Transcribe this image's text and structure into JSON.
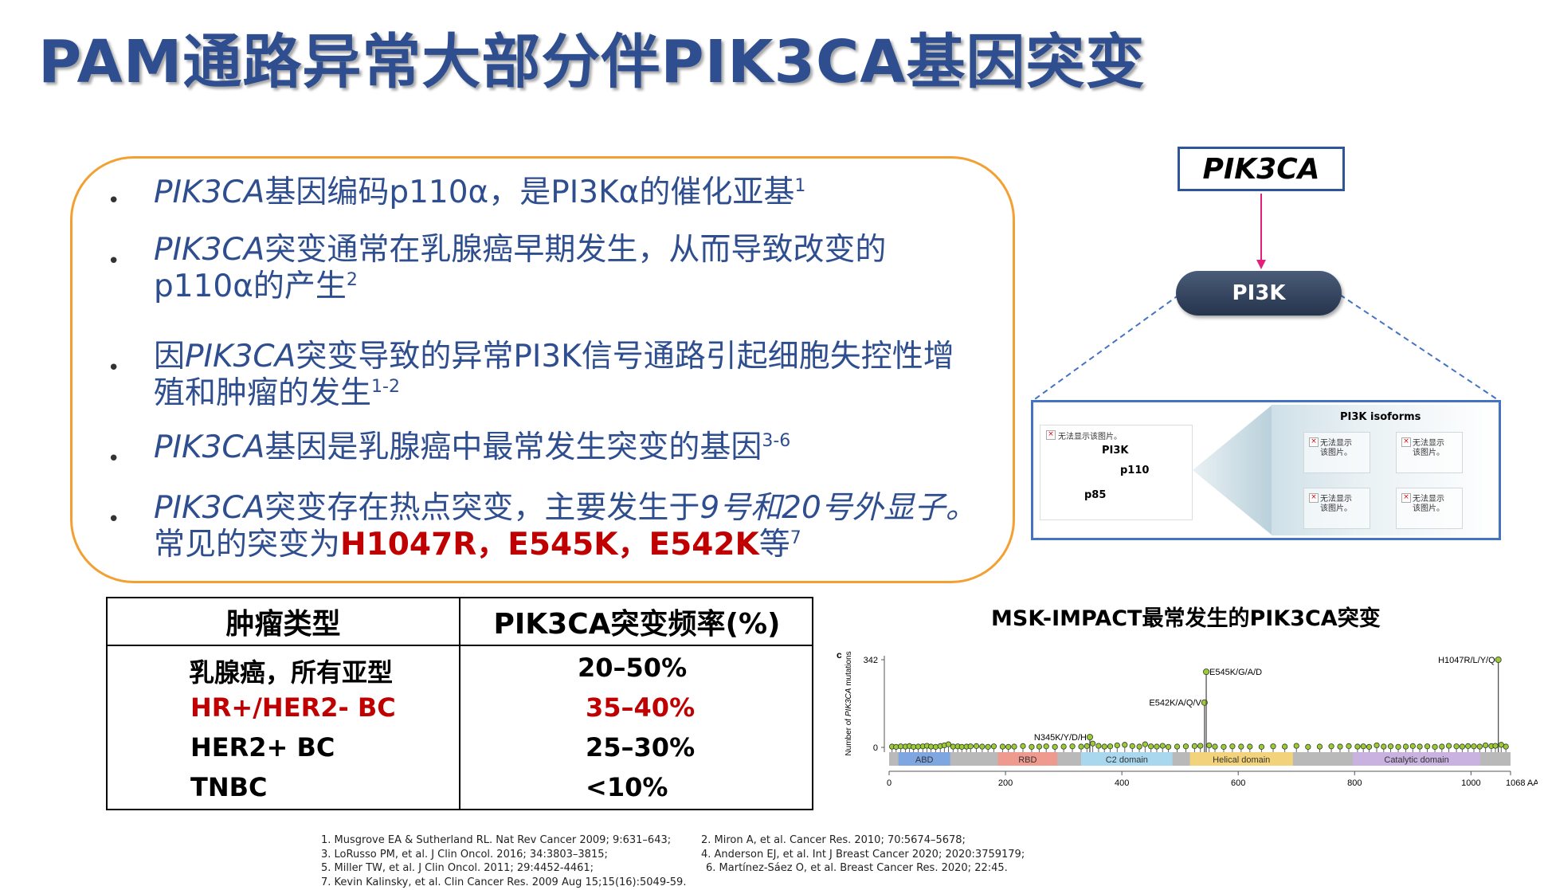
{
  "title": "PAM通路异常大部分伴PIK3CA基因突变",
  "bullets": [
    {
      "marker": "•",
      "gene": "PIK3CA",
      "text": "基因编码p110α，是PI3Kα的催化亚基",
      "sup": "1"
    },
    {
      "marker": "•",
      "gene": "PIK3CA",
      "text": "突变通常在乳腺癌早期发生，从而导致改变的",
      "line2": "p110α的产生",
      "sup": "2"
    },
    {
      "marker": "•",
      "prefix": "因",
      "gene": "PIK3CA",
      "text": "突变导致的异常PI3K信号通路引起细胞失控性增",
      "line2": "殖和肿瘤的发生",
      "sup": "1-2"
    },
    {
      "marker": "•",
      "gene": "PIK3CA",
      "text": "基因是乳腺癌中最常发生突变的基因",
      "sup": "3-6"
    },
    {
      "marker": "•",
      "gene": "PIK3CA",
      "text": "突变存在热点突变，主要发生于",
      "italic_tail": "9号和20号外显子。",
      "line2": "常见的突变为",
      "red": "H1047R，E545K，E542K",
      "tail": "等",
      "sup": "7"
    }
  ],
  "diagram": {
    "gene_box": "PIK3CA",
    "pill": "PI3K",
    "inner_placeholder": "无法显示该图片。",
    "inner_labels": [
      "PI3K",
      "p110",
      "p85"
    ],
    "isoforms_title": "PI3K isoforms",
    "cell_line1": "无法显示",
    "cell_line2": "该图片。"
  },
  "table": {
    "headers": [
      "肿瘤类型",
      "PIK3CA突变频率(%)"
    ],
    "rows": [
      {
        "type": "乳腺癌，所有亚型",
        "freq": "20–50%",
        "highlight": false
      },
      {
        "type": "HR+/HER2- BC",
        "freq": "35–40%",
        "highlight": true
      },
      {
        "type": "HER2+ BC",
        "freq": "25–30%",
        "highlight": false
      },
      {
        "type": "TNBC",
        "freq": "<10%",
        "highlight": false
      }
    ],
    "highlight_color": "#c00000"
  },
  "chart_title": "MSK-IMPACT最常发生的PIK3CA突变",
  "chart_data": {
    "type": "lollipop",
    "panel_label": "c",
    "ylabel": "Number of PIK3CA mutations",
    "ylabel_italic": "PIK3CA",
    "yticks": [
      0,
      342
    ],
    "ylim": [
      0,
      342
    ],
    "xticks": [
      0,
      200,
      400,
      600,
      800,
      1000,
      1068
    ],
    "xtick_labels": [
      "0",
      "200",
      "400",
      "600",
      "800",
      "1000",
      "1068 AA"
    ],
    "xlim": [
      0,
      1068
    ],
    "domains": [
      {
        "name": "ABD",
        "start": 16,
        "end": 105,
        "color": "#7ea6e0"
      },
      {
        "name": "RBD",
        "start": 187,
        "end": 289,
        "color": "#ee9a8e"
      },
      {
        "name": "C2 domain",
        "start": 330,
        "end": 487,
        "color": "#a9d8ee"
      },
      {
        "name": "Helical domain",
        "start": 517,
        "end": 694,
        "color": "#f2d27a"
      },
      {
        "name": "Catalytic domain",
        "start": 797,
        "end": 1016,
        "color": "#c9b2e0"
      }
    ],
    "labeled": [
      {
        "pos": 345,
        "value": 40,
        "label": "N345K/Y/D/H"
      },
      {
        "pos": 542,
        "value": 175,
        "label": "E542K/A/Q/V"
      },
      {
        "pos": 545,
        "value": 295,
        "label": "E545K/G/A/D"
      },
      {
        "pos": 1047,
        "value": 342,
        "label": "H1047R/L/Y/Q"
      }
    ],
    "minor_positions": [
      5,
      12,
      20,
      28,
      35,
      42,
      50,
      58,
      65,
      72,
      80,
      88,
      95,
      102,
      110,
      118,
      125,
      133,
      140,
      150,
      160,
      170,
      180,
      195,
      205,
      215,
      230,
      245,
      258,
      270,
      285,
      300,
      315,
      330,
      340,
      350,
      360,
      370,
      380,
      392,
      405,
      418,
      430,
      440,
      450,
      460,
      470,
      480,
      495,
      510,
      525,
      535,
      550,
      560,
      575,
      590,
      605,
      620,
      640,
      660,
      680,
      700,
      720,
      740,
      760,
      775,
      790,
      805,
      815,
      825,
      838,
      850,
      862,
      875,
      888,
      900,
      912,
      925,
      938,
      950,
      962,
      975,
      985,
      995,
      1005,
      1015,
      1025,
      1035,
      1042,
      1052,
      1060
    ],
    "minor_values": [
      3,
      2,
      4,
      3,
      5,
      2,
      3,
      4,
      6,
      3,
      2,
      5,
      8,
      12,
      3,
      4,
      2,
      3,
      4,
      5,
      3,
      2,
      4,
      3,
      2,
      3,
      5,
      2,
      3,
      4,
      2,
      3,
      4,
      3,
      5,
      15,
      6,
      3,
      4,
      8,
      10,
      5,
      3,
      12,
      4,
      3,
      6,
      2,
      3,
      4,
      5,
      6,
      8,
      3,
      2,
      4,
      3,
      3,
      2,
      4,
      3,
      6,
      2,
      3,
      4,
      3,
      5,
      3,
      4,
      2,
      8,
      3,
      4,
      2,
      3,
      5,
      3,
      4,
      2,
      3,
      6,
      4,
      3,
      5,
      4,
      3,
      8,
      5,
      6,
      10,
      3
    ]
  },
  "references_left": [
    "1. Musgrove EA & Sutherland RL. Nat Rev Cancer 2009; 9:631–643;",
    "3. LoRusso PM, et al. J Clin Oncol. 2016; 34:3803–3815;",
    "5. Miller TW, et al. J Clin Oncol. 2011; 29:4452-4461;",
    "7. Kevin Kalinsky, et al. Clin Cancer Res. 2009 Aug 15;15(16):5049-59."
  ],
  "references_right": [
    "2. Miron A, et al. Cancer Res. 2010; 70:5674–5678;",
    "4. Anderson EJ, et al. Int J Breast Cancer 2020; 2020:3759179;",
    "6. Martínez-Sáez O, et al. Breast Cancer Res. 2020; 22:45."
  ]
}
